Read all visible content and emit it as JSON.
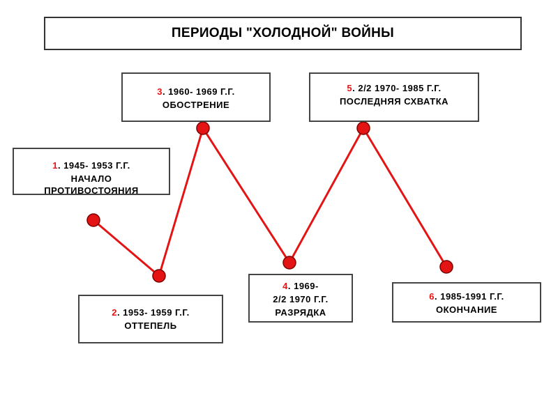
{
  "title": "ПЕРИОДЫ \"ХОЛОДНОЙ\" ВОЙНЫ",
  "colors": {
    "line": "#e41414",
    "dot_fill": "#e41414",
    "dot_stroke": "#7a0000",
    "number": "#e41414",
    "border": "#444444"
  },
  "periods": [
    {
      "num": "1",
      "lines": [
        ". 1945- 1953 Г.Г.",
        "НАЧАЛО",
        "ПРОТИВОСТОЯНИЯ"
      ]
    },
    {
      "num": "2",
      "lines": [
        ". 1953- 1959 Г.Г.",
        "ОТТЕПЕЛЬ"
      ]
    },
    {
      "num": "3",
      "lines": [
        ". 1960- 1969 Г.Г.",
        "ОБОСТРЕНИЕ"
      ]
    },
    {
      "num": "4",
      "lines": [
        ". 1969-",
        "2/2 1970 Г.Г.",
        "РАЗРЯДКА"
      ]
    },
    {
      "num": "5",
      "lines": [
        ". 2/2 1970- 1985 Г.Г.",
        "ПОСЛЕДНЯЯ СХВАТКА"
      ]
    },
    {
      "num": "6",
      "lines": [
        ".  1985-1991 Г.Г.",
        "ОКОНЧАНИЕ"
      ]
    }
  ]
}
